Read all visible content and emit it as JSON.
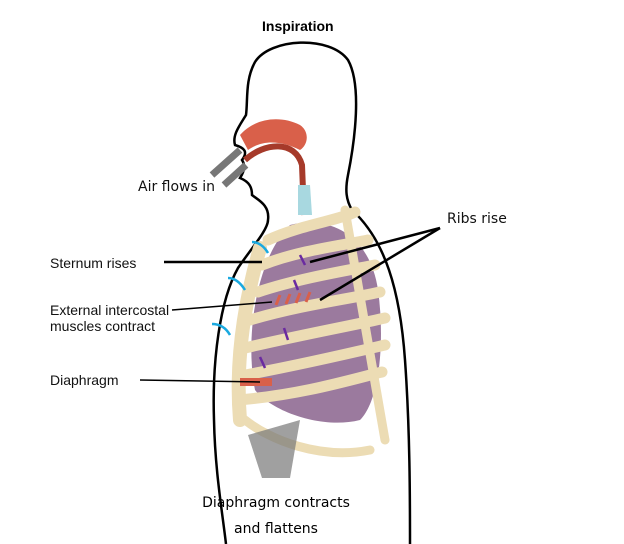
{
  "title": "Inspiration",
  "labels": {
    "air": "Air flows in",
    "ribs": "Ribs rise",
    "sternum": "Sternum rises",
    "intercostal_1": "External intercostal",
    "intercostal_2": "muscles  contract",
    "diaphragm": "Diaphragm",
    "caption_1": "Diaphragm contracts",
    "caption_2": "and flattens"
  },
  "colors": {
    "lung": "#9b7a9e",
    "rib": "#ecdcb4",
    "airway": "#d9604a",
    "arrow_air": "#19a9e0",
    "arrow_rib": "#6a2aa0"
  }
}
